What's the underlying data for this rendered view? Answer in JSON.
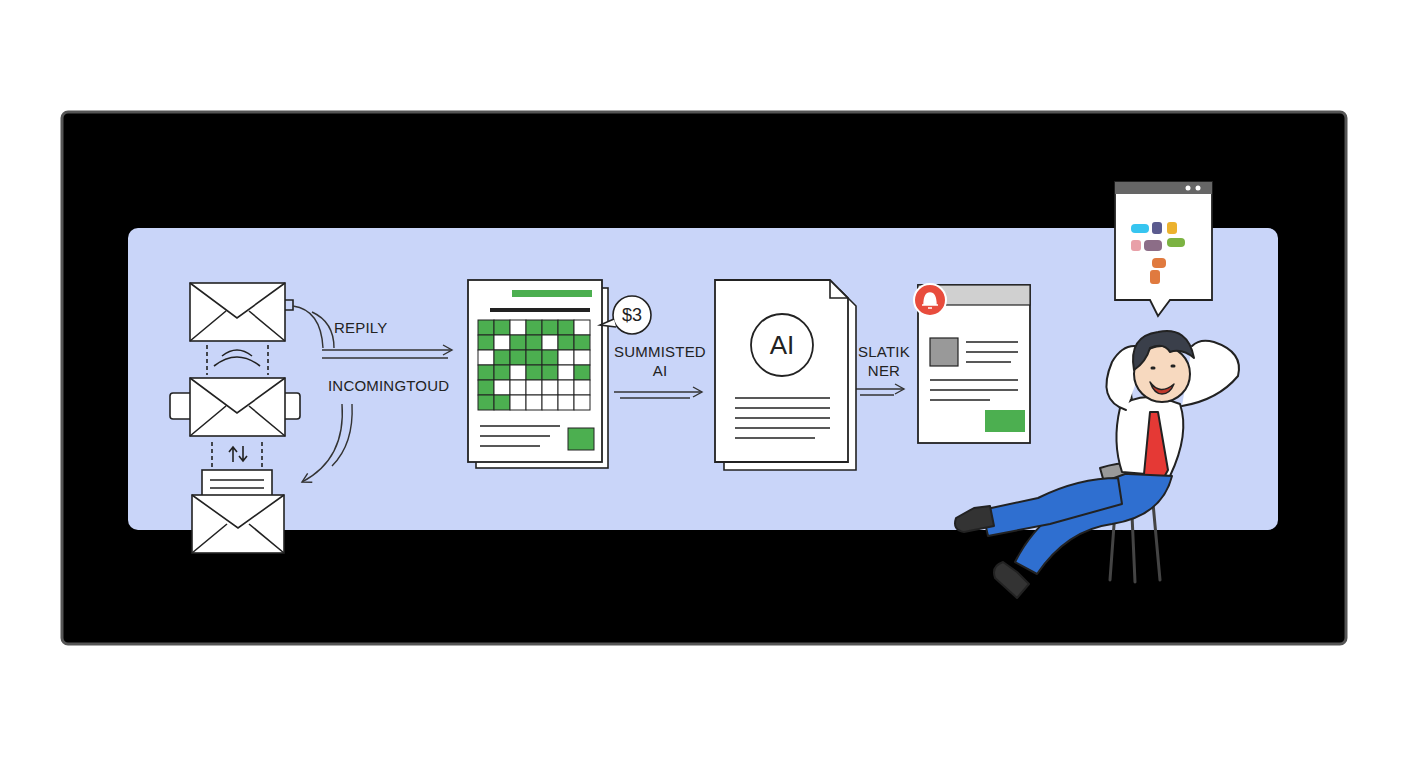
{
  "diagram": {
    "nodes": [
      {
        "text": [
          "$3"
        ]
      },
      {
        "text": [
          "AI"
        ]
      }
    ],
    "labels": [
      "REPILY",
      "INCOMINGTOUD",
      "SUMMISTED AI",
      "SLATIK NER"
    ]
  }
}
